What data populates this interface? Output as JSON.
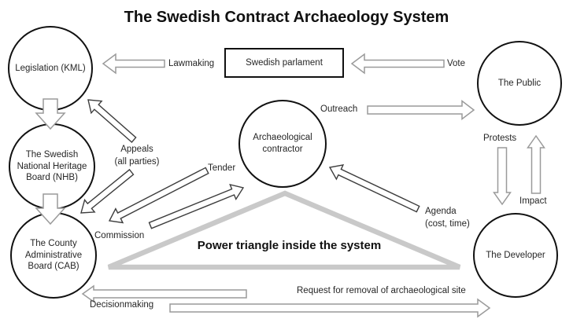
{
  "title": "The Swedish Contract Archaeology System",
  "nodes": {
    "legislation": {
      "label": "Legislation (KML)"
    },
    "parliament": {
      "label": "Swedish parlament"
    },
    "public": {
      "label": "The Public"
    },
    "nhb": {
      "label": "The Swedish\nNational Heritage\nBoard (NHB)"
    },
    "contractor": {
      "label": "Archaeological\ncontractor"
    },
    "cab": {
      "label": "The County\nAdministrative\nBoard (CAB)"
    },
    "developer": {
      "label": "The Developer"
    }
  },
  "labels": {
    "lawmaking": "Lawmaking",
    "vote": "Vote",
    "outreach": "Outreach",
    "appeals": "Appeals\n(all parties)",
    "tender": "Tender",
    "commission": "Commission",
    "agenda": "Agenda\n(cost, time)",
    "protests": "Protests",
    "impact": "Impact",
    "power_triangle": "Power triangle inside the system",
    "request": "Request for removal of archaeological site",
    "decisionmaking": "Decisionmaking"
  },
  "colors": {
    "arrow_gray": "#9a9a9a",
    "arrow_dark": "#3d3d3d",
    "triangle": "#c9c9c9",
    "node_border": "#111111",
    "text": "#262626"
  }
}
